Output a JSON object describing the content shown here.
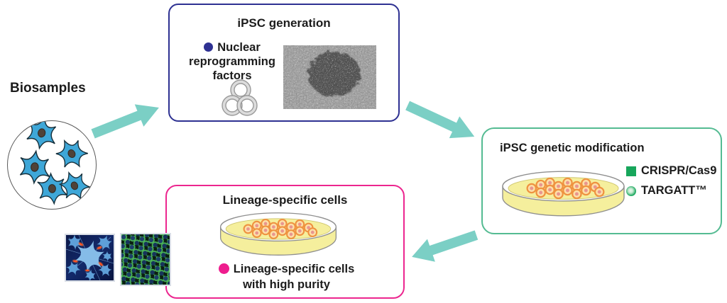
{
  "diagram": {
    "biosamples_label": "Biosamples",
    "ipsc_generation": {
      "title": "iPSC generation",
      "bullet_lines": [
        "Nuclear",
        "reprogramming",
        "factors"
      ]
    },
    "genetic_modification": {
      "title": "iPSC genetic modification",
      "bullets": [
        {
          "label": "CRISPR/Cas9"
        },
        {
          "label": "TARGATT™"
        }
      ]
    },
    "lineage_cells": {
      "title": "Lineage-specific cells",
      "bullet_lines": [
        "Lineage-specific cells",
        "with high purity"
      ]
    },
    "colors": {
      "arrow_teal": "#7bcfc5",
      "navy_accent": "#2e3192",
      "green_border": "#54bb92",
      "green_bullet": "#17a65b",
      "pink_accent": "#ec268f",
      "dish_medium_yellow": "#f5ef9d",
      "cell_colony_orange": "#ef9240",
      "biosample_cell_blue": "#3ea7d8"
    }
  }
}
